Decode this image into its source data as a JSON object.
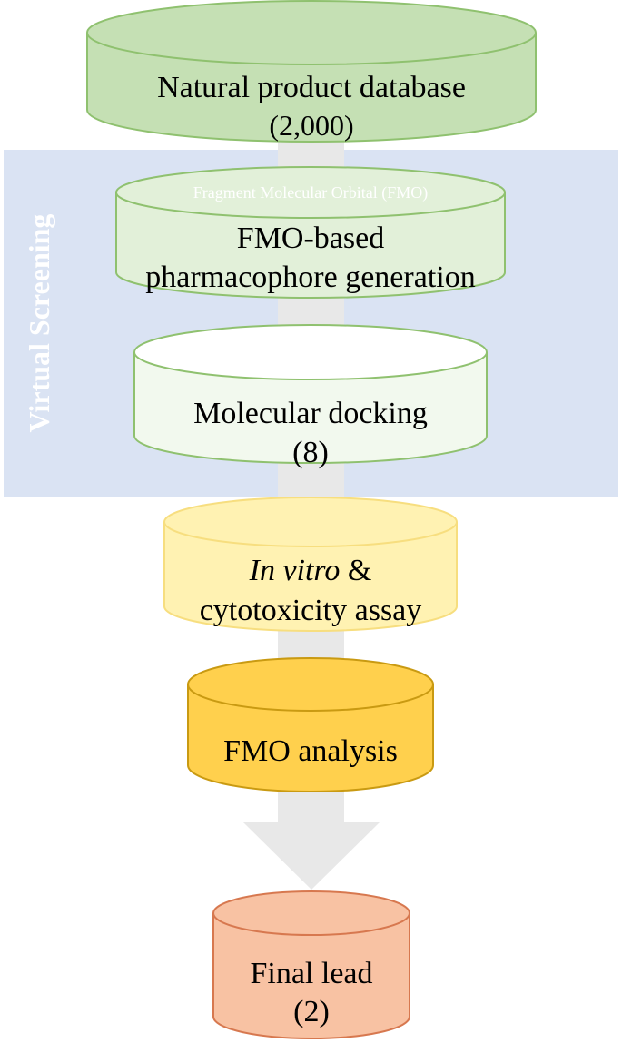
{
  "colors": {
    "panel_fill": "#dae3f3",
    "arrow_fill": "#e8e8e8",
    "vertical_label": "#ffffff",
    "db_fill": "#c5e0b4",
    "db_stroke": "#8fc16f",
    "fmo_fill": "#e2f0d9",
    "fmo_stroke": "#8fc16f",
    "dock_fill": "#f2f9ee",
    "dock_stroke": "#8fc16f",
    "vitro_fill": "#fff2b2",
    "vitro_stroke": "#f7de7f",
    "analysis_fill": "#ffd04d",
    "analysis_stroke": "#c99a12",
    "lead_fill": "#f8c2a3",
    "lead_stroke": "#d7784f"
  },
  "panel": {
    "label": "Virtual Screening"
  },
  "stages": {
    "database": {
      "line1": "Natural product database",
      "line2": "(2,000)"
    },
    "fmo_pharmacophore": {
      "top_label": "Fragment Molecular Orbital (FMO)",
      "line1": "FMO-based",
      "line2": "pharmacophore generation"
    },
    "docking": {
      "line1": "Molecular docking",
      "line2": "(8)"
    },
    "in_vitro": {
      "italic": "In vitro",
      "rest": " &",
      "line2": "cytotoxicity assay"
    },
    "fmo_analysis": {
      "line1": "FMO analysis"
    },
    "final_lead": {
      "line1": "Final lead",
      "line2": "(2)"
    }
  }
}
